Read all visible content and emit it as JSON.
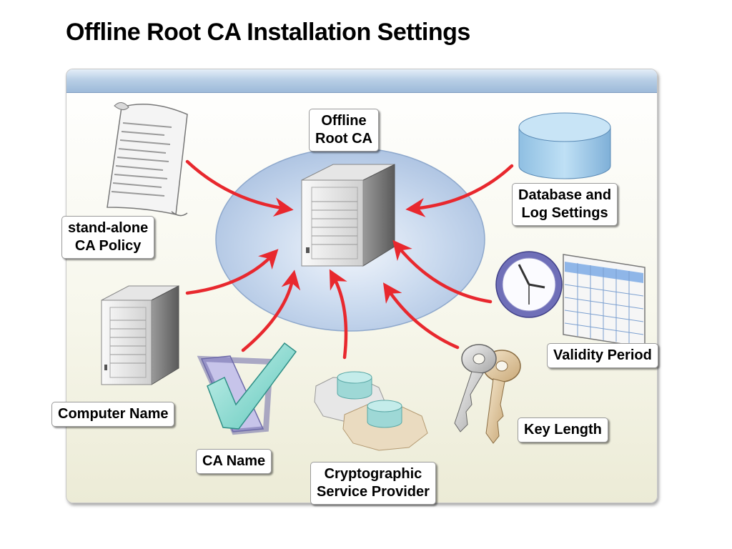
{
  "title": "Offline Root CA Installation Settings",
  "center": {
    "line1": "Offline",
    "line2": "Root CA"
  },
  "labels": {
    "policy": {
      "line1": "stand-alone",
      "line2": "CA Policy"
    },
    "database": {
      "line1": "Database and",
      "line2": "Log Settings"
    },
    "validity": "Validity Period",
    "computer_name": "Computer Name",
    "ca_name": "CA Name",
    "csp": {
      "line1": "Cryptographic",
      "line2": "Service Provider"
    },
    "key_length": "Key Length"
  },
  "colors": {
    "arrow": "#e8282e",
    "ellipse": "#b7cbe6",
    "cylinder": "#a9d0ec"
  },
  "icons": [
    "document-scroll-icon",
    "server-icon",
    "database-icon",
    "clock-calendar-icon",
    "keys-icon",
    "gears-icon",
    "checkmark-icon"
  ]
}
